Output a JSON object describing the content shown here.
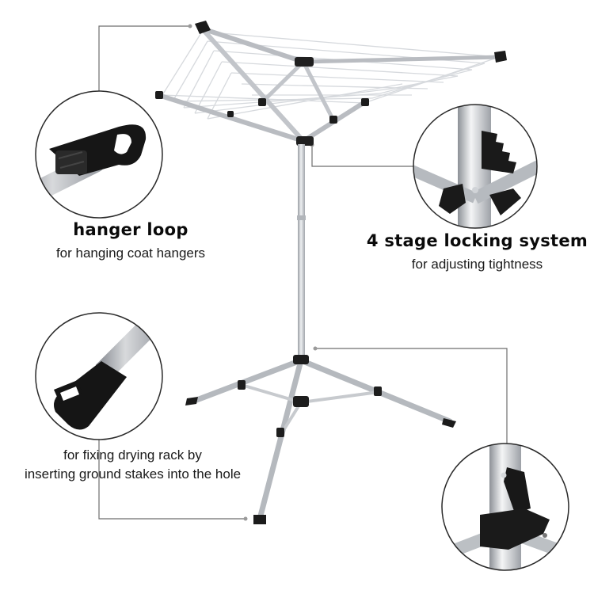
{
  "callouts": {
    "hanger_loop": {
      "title": "hanger loop",
      "subtitle": "for hanging coat hangers"
    },
    "locking_system": {
      "title": "4 stage locking system",
      "subtitle": "for adjusting tightness"
    },
    "ground_stakes": {
      "line1": "for fixing drying rack by",
      "line2": "inserting ground stakes into the hole"
    }
  },
  "colors": {
    "aluminium": "#c9ccd0",
    "aluminium_dark": "#8e9298",
    "plastic": "#1b1b1b",
    "line": "#6e6e6e",
    "circle_border": "#2a2a2a"
  }
}
